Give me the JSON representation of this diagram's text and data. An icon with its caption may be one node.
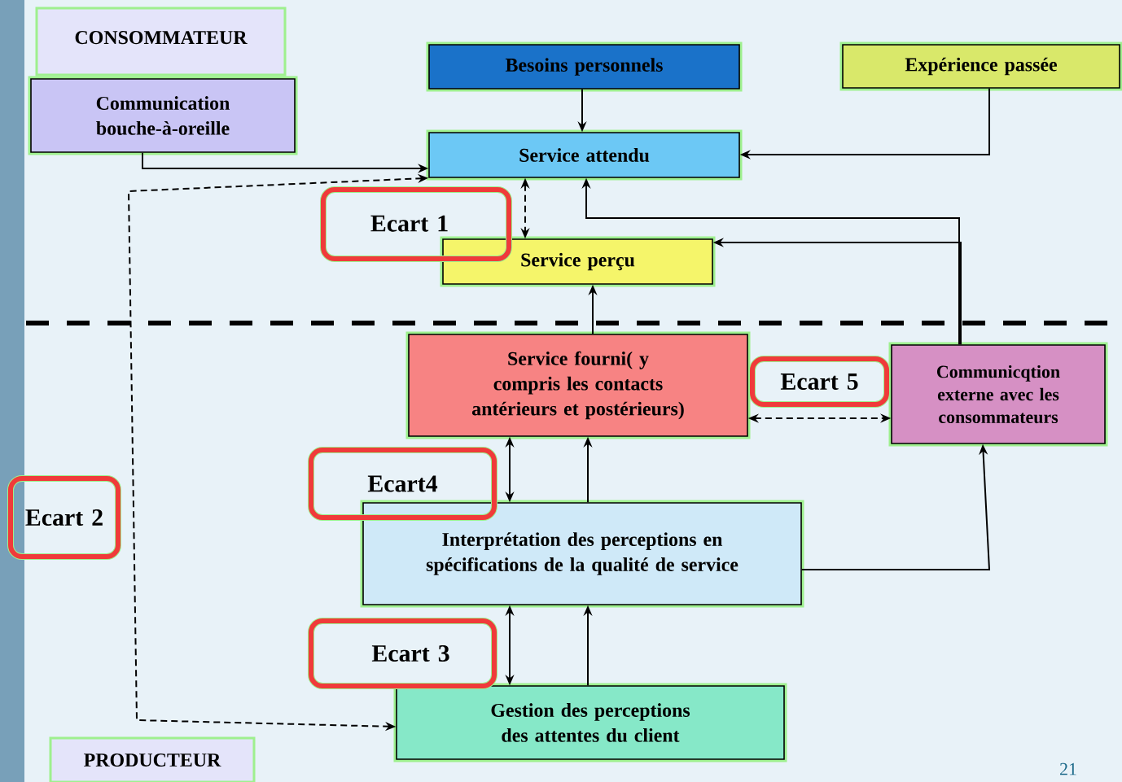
{
  "diagram": {
    "nodes": [
      {
        "text": [
          "CONSOMMATEUR"
        ]
      },
      {
        "text": [
          "Communication bouche-à-oreille"
        ]
      },
      {
        "text": [
          "Besoins personnels"
        ]
      },
      {
        "text": [
          "Expérience passée"
        ]
      },
      {
        "text": [
          "Service attendu"
        ]
      },
      {
        "text": [
          "Ecart 1"
        ]
      },
      {
        "text": [
          "Service perçu"
        ]
      },
      {
        "text": [
          "Service fourni( y compris les contacts antérieurs et postérieurs)"
        ]
      },
      {
        "text": [
          "Ecart 5"
        ]
      },
      {
        "text": [
          "Communicqtion externe avec les consommateurs"
        ]
      },
      {
        "text": [
          "Ecart4"
        ]
      },
      {
        "text": [
          "Interprétation des perceptions en spécifications de la qualité de service"
        ]
      },
      {
        "text": [
          "Ecart 2"
        ]
      },
      {
        "text": [
          "Ecart 3"
        ]
      },
      {
        "text": [
          "Gestion des perceptions des attentes du client"
        ]
      },
      {
        "text": [
          "PRODUCTEUR"
        ]
      }
    ],
    "edges": [
      {
        "from": 1,
        "to": 4,
        "arrow": "to"
      },
      {
        "from": 2,
        "to": 4,
        "arrow": "to"
      },
      {
        "from": 3,
        "to": 4,
        "arrow": "to"
      },
      {
        "from": 9,
        "to": 4,
        "arrow": "to"
      },
      {
        "from": 9,
        "to": 6,
        "arrow": "to"
      },
      {
        "from": 7,
        "to": 6,
        "arrow": "to"
      },
      {
        "from": 11,
        "to": 7,
        "arrow": "to"
      },
      {
        "from": 11,
        "to": 9,
        "arrow": "to"
      },
      {
        "from": 14,
        "to": 11,
        "arrow": "to"
      },
      {
        "from": 4,
        "to": 6,
        "arrow": "both",
        "style": "dashed"
      },
      {
        "from": 7,
        "to": 9,
        "arrow": "both",
        "style": "dashed"
      },
      {
        "from": 7,
        "to": 11,
        "arrow": "both"
      },
      {
        "from": 11,
        "to": 14,
        "arrow": "both"
      },
      {
        "from": 14,
        "to": 4,
        "arrow": "both",
        "style": "dashed"
      }
    ],
    "labels": [
      "21"
    ]
  }
}
